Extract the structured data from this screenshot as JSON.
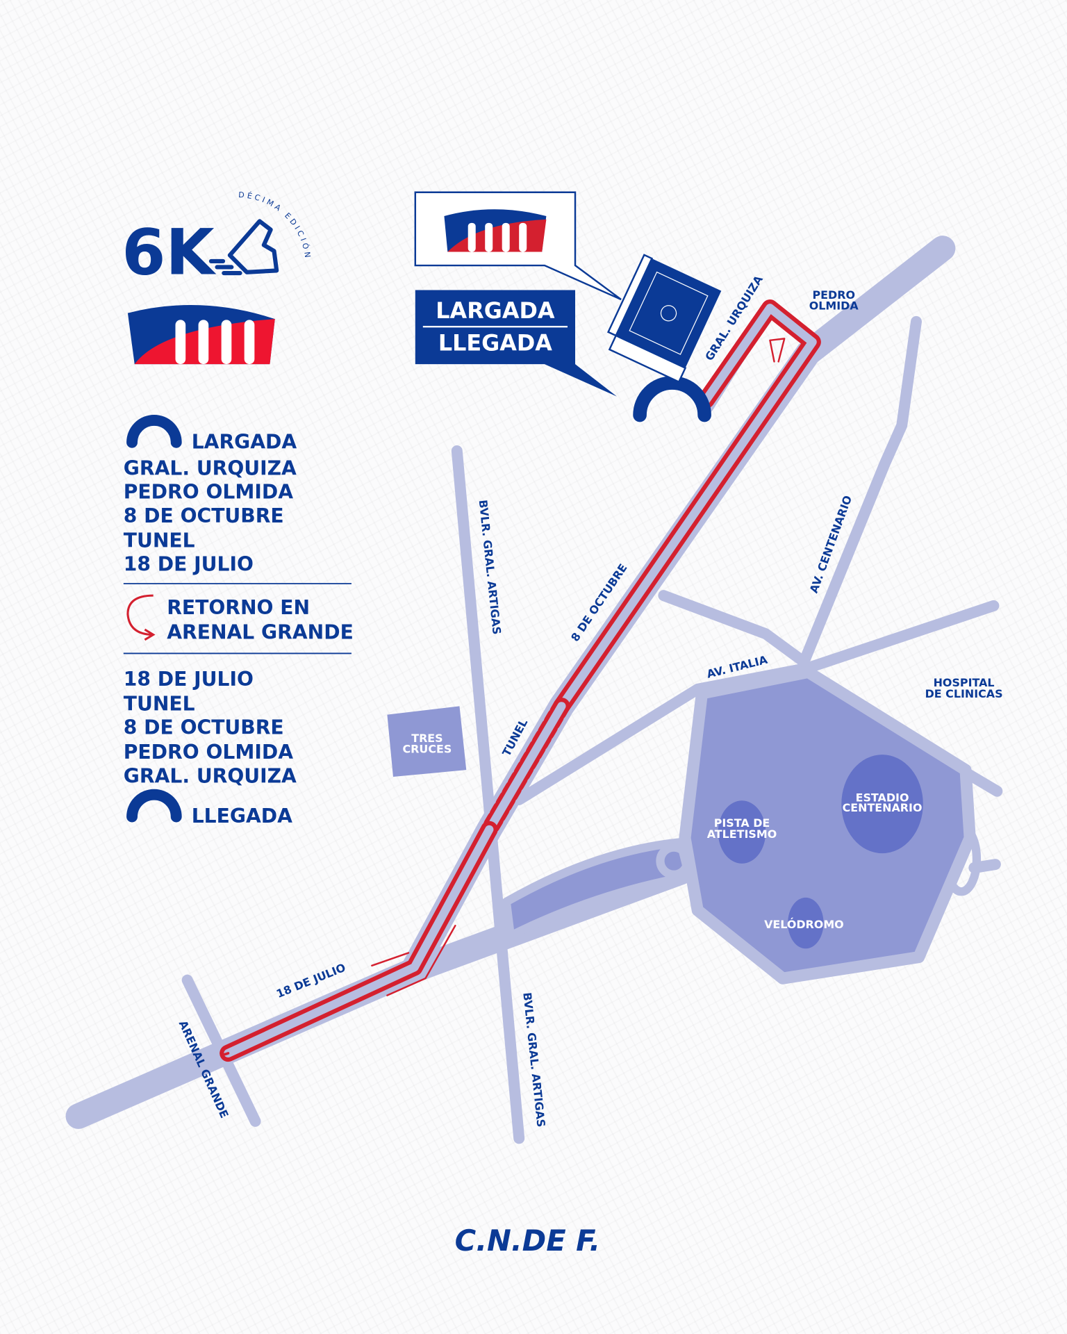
{
  "logo": {
    "title": "6K",
    "arc_text": "DÉCIMA EDICIÓN"
  },
  "callout": {
    "start": "LARGADA",
    "finish": "LLEGADA"
  },
  "legend": {
    "outbound": [
      "LARGADA",
      "GRAL. URQUIZA",
      "PEDRO OLMIDA",
      "8 DE OCTUBRE",
      "TUNEL",
      "18 DE JULIO"
    ],
    "turn": [
      "RETORNO EN",
      "ARENAL GRANDE"
    ],
    "return": [
      "18 DE JULIO",
      "TUNEL",
      "8 DE OCTUBRE",
      "PEDRO OLMIDA",
      "GRAL. URQUIZA",
      "LLEGADA"
    ]
  },
  "streets": {
    "gral_urquiza": "GRAL. URQUIZA",
    "pedro_olmida": [
      "PEDRO",
      "OLMIDA"
    ],
    "ocho_octubre": "8 DE OCTUBRE",
    "av_centenario": "AV. CENTENARIO",
    "av_italia": "AV. ITALIA",
    "hospital": [
      "HOSPITAL",
      "DE CLINICAS"
    ],
    "bvlr_artigas": "BVLR. GRAL. ARTIGAS",
    "tunel": "TUNEL",
    "tres_cruces": [
      "TRES",
      "CRUCES"
    ],
    "estadio": [
      "ESTADIO",
      "CENTENARIO"
    ],
    "pista": [
      "PISTA DE",
      "ATLETISMO"
    ],
    "velodromo": "VELÓDROMO",
    "dieciocho": "18 DE JULIO",
    "arenal": "ARENAL GRANDE"
  },
  "footer": {
    "org": "C.N.DE F."
  },
  "colors": {
    "blue": "#0b3a96",
    "red": "#d4202f",
    "road": "#b7bde0",
    "park": "#8f98d4",
    "venue": "#6472c8"
  }
}
